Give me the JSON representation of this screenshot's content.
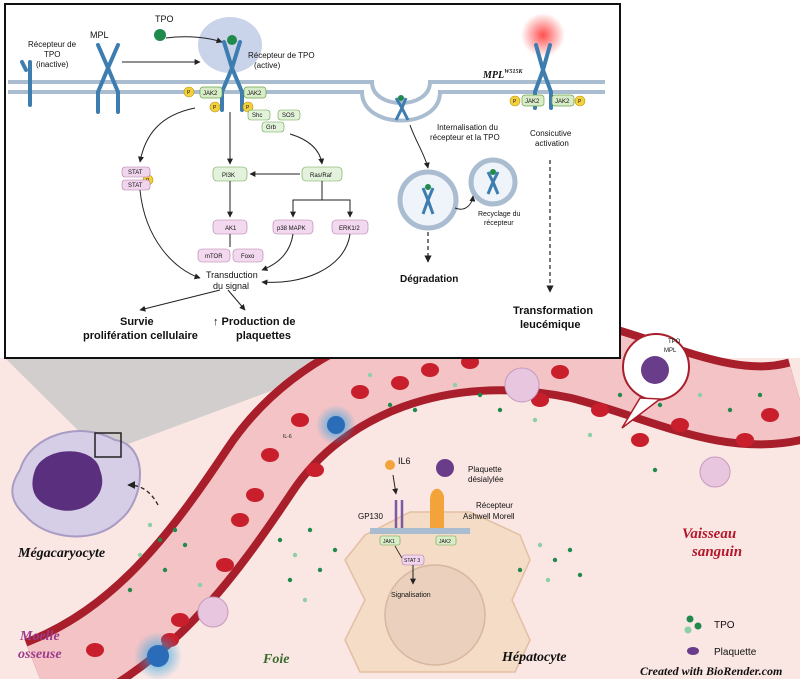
{
  "pathway": {
    "mpl_label": "MPL",
    "inactive_receptor": [
      "Récepteur de",
      "TPO",
      "(inactive)"
    ],
    "tpo_ligand": "TPO",
    "active_receptor": [
      "Récepteur de TPO",
      "(active)"
    ],
    "mutant_label": "MPL",
    "mutant_superscript": "W515K",
    "jak2": "JAK2",
    "p": "P",
    "shc": "Shc",
    "grb": "Grb",
    "sos": "SOS",
    "stat": "STAT",
    "pi3k": "PI3K",
    "ras_raf": "Ras/Raf",
    "akt": "AK1",
    "p38": "p38 MAPK",
    "erk": "ERK1/2",
    "mtor": "mTOR",
    "foxo": "Foxo",
    "transduction": [
      "Transduction",
      "du signal"
    ],
    "survival": [
      "Survie",
      "prolifération cellulaire"
    ],
    "production": [
      "↑ Production de",
      "plaquettes"
    ],
    "internalisation": [
      "Internalisation du",
      "récepteur et la TPO"
    ],
    "recycling": [
      "Recyclage du",
      "récepteur"
    ],
    "degradation": "Dégradation",
    "constitutive": [
      "Consicutive",
      "activation"
    ],
    "transformation": [
      "Transformation",
      "leucémique"
    ]
  },
  "lower": {
    "megakaryocyte": "Mégacaryocyte",
    "bone_marrow": [
      "Moelle",
      "osseuse"
    ],
    "liver": "Foie",
    "hepatocyte": "Hépatocyte",
    "vessel": [
      "Vaisseau",
      "sanguin"
    ],
    "il6": "IL6",
    "gp130": "GP130",
    "desialylated_platelet": [
      "Plaquette",
      "désialylée"
    ],
    "ashwell": [
      "Récepteur",
      "Ashwell Morell"
    ],
    "jak1": "JAK1",
    "jak2": "JAK2",
    "stat3": "STAT 3",
    "signalling": "Signalisation",
    "inset_tpo": "TPO",
    "inset_mpl": "MPL",
    "il6_small": "IL-6",
    "legend_tpo": "TPO",
    "legend_platelet": "Plaquette",
    "credit": "Created with BioRender.com"
  },
  "colors": {
    "membrane": "#a9bcd0",
    "receptor": "#3d7db0",
    "jak": "#d9ecc8",
    "phospho": "#f4d03f",
    "stat": "#f1d5ec",
    "pathway_green": "#e3f2da",
    "pathway_pink": "#f3d9ef",
    "background_pink": "#fae6e3",
    "vessel_wall": "#a81e2a",
    "rbc": "#c91f2c",
    "tpo_dot": "#1f8a4c",
    "platelet": "#6a3d8a",
    "hepatocyte": "#f5dcc7",
    "vessel_label": "#b2182b",
    "marrow_label": "#9c3b8a",
    "liver_label": "#3a6b2e"
  }
}
